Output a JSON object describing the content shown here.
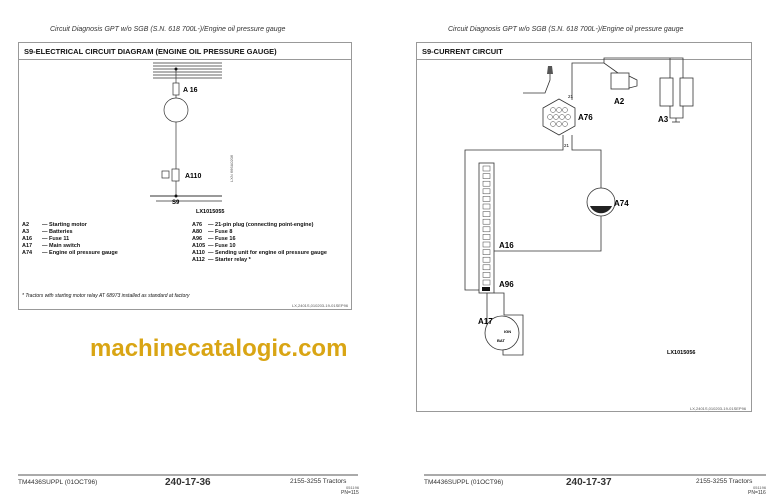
{
  "header": "Circuit Diagnosis GPT w/o SGB (S.N. 618 700L-)/Engine oil pressure gauge",
  "left": {
    "title": "S9-ELECTRICAL CIRCUIT DIAGRAM (ENGINE OIL PRESSURE GAUGE)",
    "diagram": {
      "fuse": "A 16",
      "sensor": "A110",
      "ground": "S9",
      "circuit": "S9",
      "ref": "LX1015055",
      "side_ref": "LXN 666A0206"
    },
    "legend_left": [
      {
        "code": "A2",
        "desc": "— Starting motor"
      },
      {
        "code": "A3",
        "desc": "— Batteries"
      },
      {
        "code": "A16",
        "desc": "— Fuse 11"
      },
      {
        "code": "A17",
        "desc": "— Main switch"
      },
      {
        "code": "A74",
        "desc": "— Engine oil pressure gauge"
      }
    ],
    "legend_right": [
      {
        "code": "A76",
        "desc": "— 21-pin plug (connecting point-engine)"
      },
      {
        "code": "A80",
        "desc": "— Fuse 8"
      },
      {
        "code": "A96",
        "desc": "— Fuse 16"
      },
      {
        "code": "A105",
        "desc": "— Fuse 10"
      },
      {
        "code": "A110",
        "desc": "— Sending unit for engine oil pressure gauge"
      },
      {
        "code": "A112",
        "desc": "— Starter relay *"
      }
    ],
    "footnote": "* Tractors with starting motor relay AT 68973 installed as standard at factory",
    "code": "LX,2401S,010203-19-01SEP96"
  },
  "right": {
    "title": "S9-CURRENT CIRCUIT",
    "labels": {
      "a2": "A2",
      "a3": "A3",
      "a76": "A76",
      "a74": "A74",
      "a16": "A16",
      "a96": "A96",
      "a17": "A17",
      "ign": "IGN",
      "bat": "BAT",
      "pin": "21"
    },
    "ref": "LX1015056",
    "code": "LX,2401S,010203-19-01SEP96"
  },
  "footer_left": {
    "manual": "TM4436SUPPL (01OCT96)",
    "page": "240-17-36",
    "model": "2155-3255 Tractors",
    "date": "051196",
    "pn": "PN=115"
  },
  "footer_right": {
    "manual": "TM4436SUPPL (01OCT96)",
    "page": "240-17-37",
    "model": "2155-3255 Tractors",
    "date": "051196",
    "pn": "PN=116"
  },
  "watermark": "machinecatalogic.com",
  "colors": {
    "watermark": "#d9a514"
  }
}
